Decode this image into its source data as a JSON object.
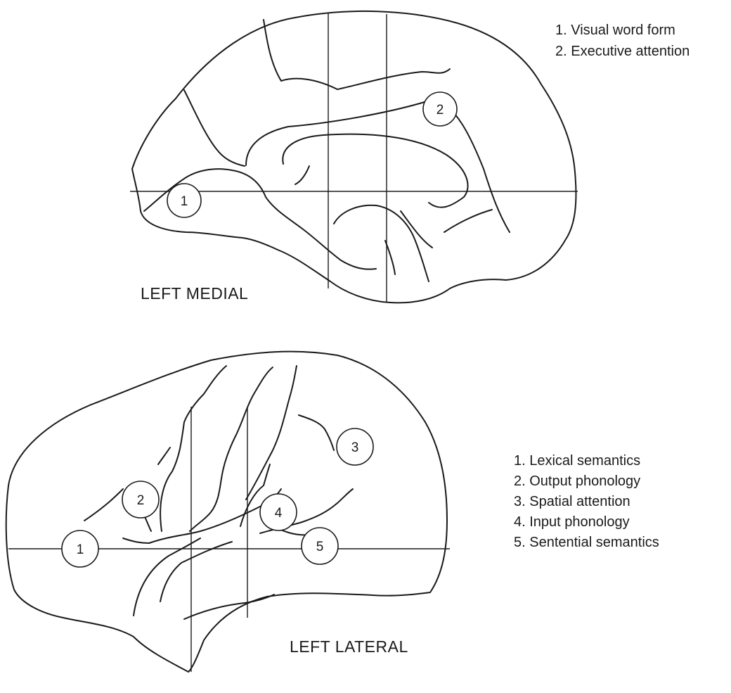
{
  "medial": {
    "title": "LEFT MEDIAL",
    "legend": [
      {
        "number": "1",
        "label": "1. Visual word form"
      },
      {
        "number": "2",
        "label": "2. Executive attention"
      }
    ]
  },
  "lateral": {
    "title": "LEFT LATERAL",
    "legend": [
      {
        "number": "1",
        "label": "1. Lexical semantics"
      },
      {
        "number": "2",
        "label": "2. Output phonology"
      },
      {
        "number": "3",
        "label": "3. Spatial attention"
      },
      {
        "number": "4",
        "label": "4. Input phonology"
      },
      {
        "number": "5",
        "label": "5. Sentential semantics"
      }
    ]
  },
  "colors": {
    "ink": "#1a1a1a",
    "background": "#ffffff"
  }
}
